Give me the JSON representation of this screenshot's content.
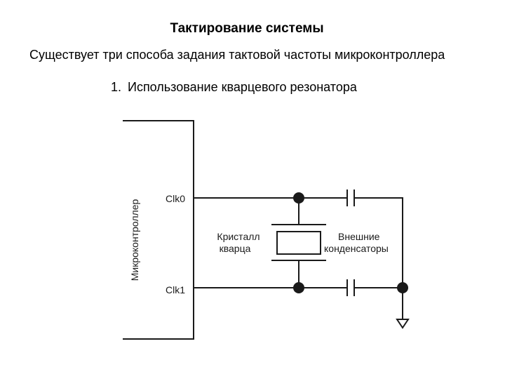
{
  "slide": {
    "title": "Тактирование системы",
    "intro": "Существует три способа задания тактовой частоты микроконтроллера",
    "list": [
      {
        "number": "1.",
        "text": "Использование кварцевого резонатора"
      }
    ]
  },
  "diagram": {
    "mcu_label": "Микроконтроллер",
    "pin_clk0": "Clk0",
    "pin_clk1": "Clk1",
    "crystal_label_line1": "Кристалл",
    "crystal_label_line2": "кварца",
    "caps_label_line1": "Внешние",
    "caps_label_line2": "конденсаторы"
  },
  "colors": {
    "line": "#1a1a1a",
    "background": "#ffffff"
  }
}
